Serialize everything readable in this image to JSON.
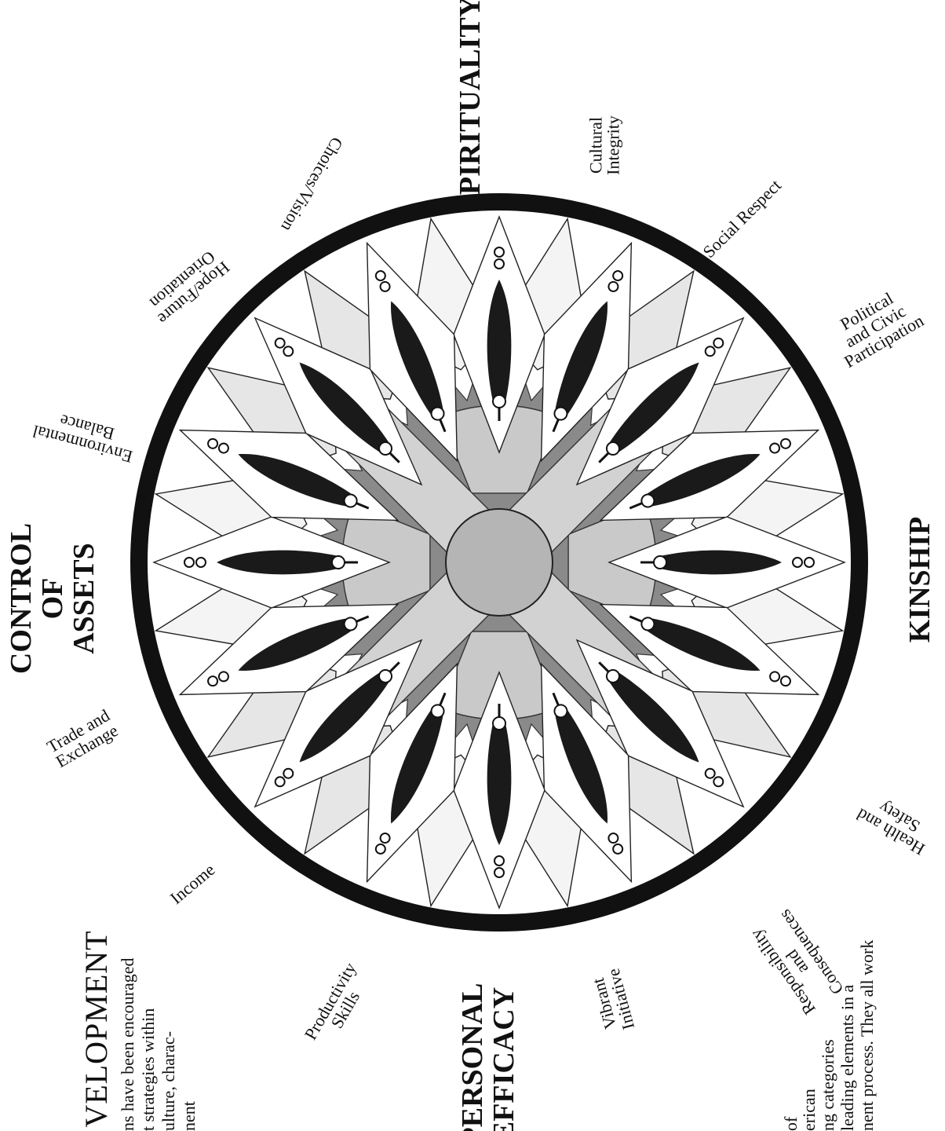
{
  "colors": {
    "ring": "#111111",
    "star_dark": "#8a8a8a",
    "star_light": "#c9c9c9",
    "center": "#b5b5b5",
    "feather": "#1a1a1a",
    "bg": "#ffffff"
  },
  "diagram": {
    "categories": [
      {
        "id": "spirituality",
        "lines": [
          "SPIRITUALITY"
        ]
      },
      {
        "id": "kinship",
        "lines": [
          "KINSHIP"
        ]
      },
      {
        "id": "personal-efficacy",
        "lines": [
          "PERSONAL",
          "EFFICACY"
        ]
      },
      {
        "id": "control-of-assets",
        "lines": [
          "CONTROL",
          "OF",
          "ASSETS"
        ]
      }
    ],
    "elements": [
      {
        "id": "cultural-integrity",
        "lines": [
          "Cultural",
          "Integrity"
        ]
      },
      {
        "id": "social-respect",
        "lines": [
          "Social Respect"
        ]
      },
      {
        "id": "political-civic",
        "lines": [
          "Political",
          "and Civic",
          "Participation"
        ]
      },
      {
        "id": "health-safety",
        "lines": [
          "Health and",
          "Safety"
        ]
      },
      {
        "id": "responsibility",
        "lines": [
          "Responsibility",
          "and",
          "Consequences"
        ]
      },
      {
        "id": "vibrant-initiative",
        "lines": [
          "Vibrant",
          "Initiative"
        ]
      },
      {
        "id": "productivity-skills",
        "lines": [
          "Productivity",
          "Skills"
        ]
      },
      {
        "id": "income",
        "lines": [
          "Income"
        ]
      },
      {
        "id": "trade-exchange",
        "lines": [
          "Trade and",
          "Exchange"
        ]
      },
      {
        "id": "environmental-balance",
        "lines": [
          "Environmental",
          "Balance"
        ]
      },
      {
        "id": "hope-future",
        "lines": [
          "Hope/Future",
          "Orientation"
        ]
      },
      {
        "id": "choices-vision",
        "lines": [
          "Choices/Vision"
        ]
      }
    ]
  },
  "sidebar": {
    "heading": "VELOPMENT",
    "paragraph": [
      "ns have been encouraged",
      "t strategies within",
      "ulture, charac-",
      "nent"
    ],
    "paragraph2": [
      "of",
      "erican",
      "ng categories",
      "leading elements in a",
      "nent process. They all work"
    ]
  }
}
